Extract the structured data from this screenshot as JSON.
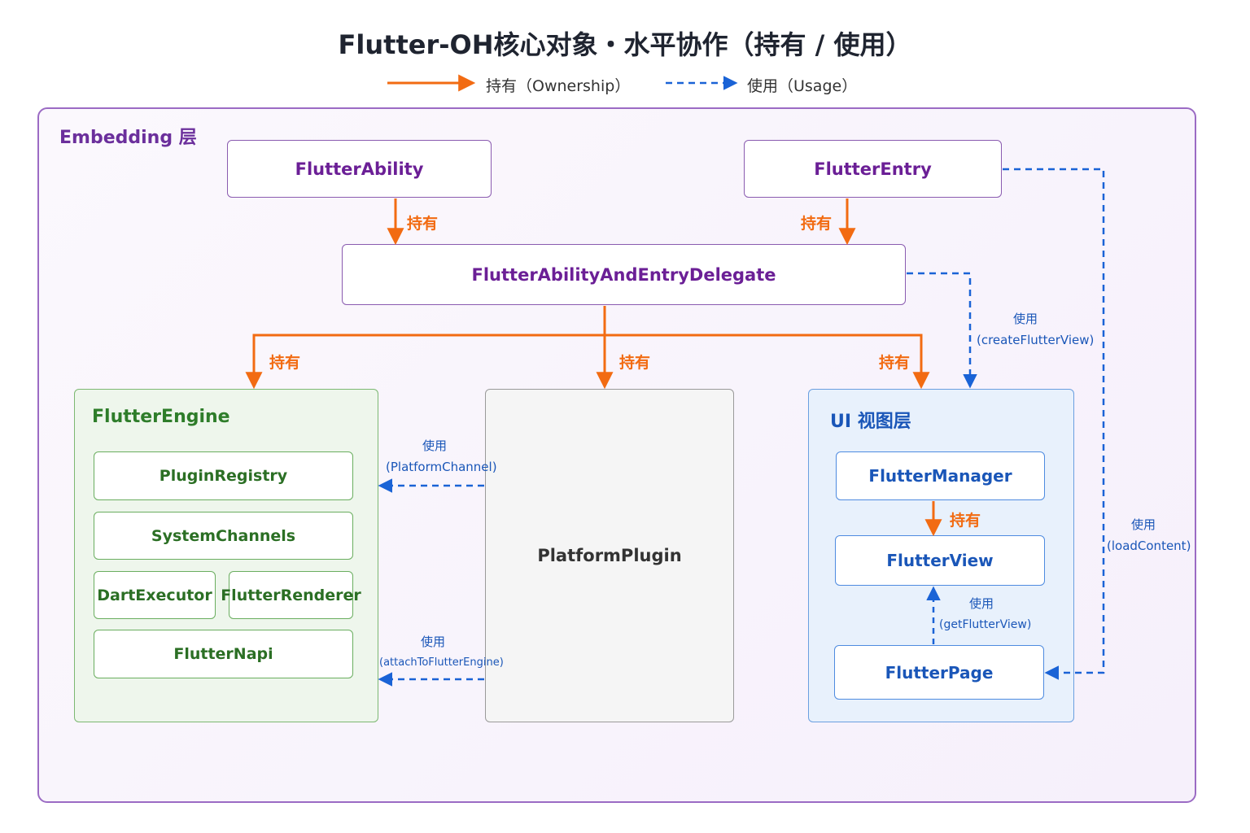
{
  "title": "Flutter-OH核心对象・水平协作（持有 / 使用）",
  "legend": {
    "ownership": "持有（Ownership）",
    "usage": "使用（Usage）"
  },
  "embedding": {
    "label": "Embedding 层",
    "flutter_ability": "FlutterAbility",
    "flutter_entry": "FlutterEntry",
    "delegate": "FlutterAbilityAndEntryDelegate"
  },
  "engine": {
    "title": "FlutterEngine",
    "items": {
      "plugin_registry": "PluginRegistry",
      "system_channels": "SystemChannels",
      "dart_executor": "DartExecutor",
      "flutter_renderer": "FlutterRenderer",
      "flutter_napi": "FlutterNapi"
    }
  },
  "platform_plugin": "PlatformPlugin",
  "ui_layer": {
    "title": "UI 视图层",
    "flutter_manager": "FlutterManager",
    "flutter_view": "FlutterView",
    "flutter_page": "FlutterPage"
  },
  "edges": {
    "hold": "持有",
    "use": "使用",
    "create_flutter_view": "(createFlutterView)",
    "platform_channel": "(PlatformChannel)",
    "attach_to_flutter_engine": "(attachToFlutterEngine)",
    "get_flutter_view": "(getFlutterView)",
    "load_content": "(loadContent)"
  },
  "colors": {
    "ownership": "#f26b12",
    "usage": "#1a63d6",
    "embedding": "#8a5bb0",
    "engine": "#6aae5f",
    "ui": "#4e8be0"
  }
}
